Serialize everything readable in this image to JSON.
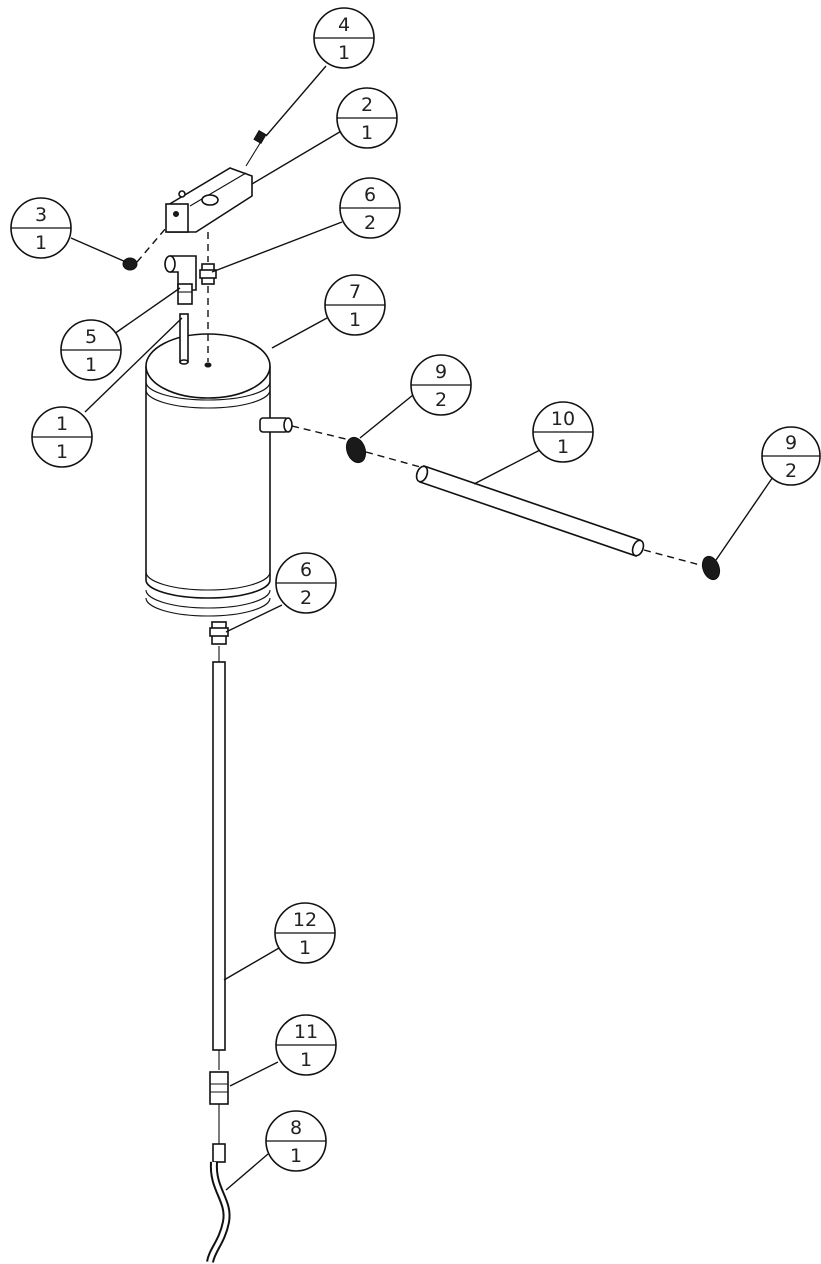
{
  "diagram": {
    "balloons": [
      {
        "id": "b4",
        "item": "4",
        "qty": "1"
      },
      {
        "id": "b2",
        "item": "2",
        "qty": "1"
      },
      {
        "id": "b3",
        "item": "3",
        "qty": "1"
      },
      {
        "id": "b6a",
        "item": "6",
        "qty": "2"
      },
      {
        "id": "b7",
        "item": "7",
        "qty": "1"
      },
      {
        "id": "b5",
        "item": "5",
        "qty": "1"
      },
      {
        "id": "b9a",
        "item": "9",
        "qty": "2"
      },
      {
        "id": "b10",
        "item": "10",
        "qty": "1"
      },
      {
        "id": "b9b",
        "item": "9",
        "qty": "2"
      },
      {
        "id": "b1",
        "item": "1",
        "qty": "1"
      },
      {
        "id": "b6b",
        "item": "6",
        "qty": "2"
      },
      {
        "id": "b12",
        "item": "12",
        "qty": "1"
      },
      {
        "id": "b11",
        "item": "11",
        "qty": "1"
      },
      {
        "id": "b8",
        "item": "8",
        "qty": "1"
      }
    ]
  }
}
